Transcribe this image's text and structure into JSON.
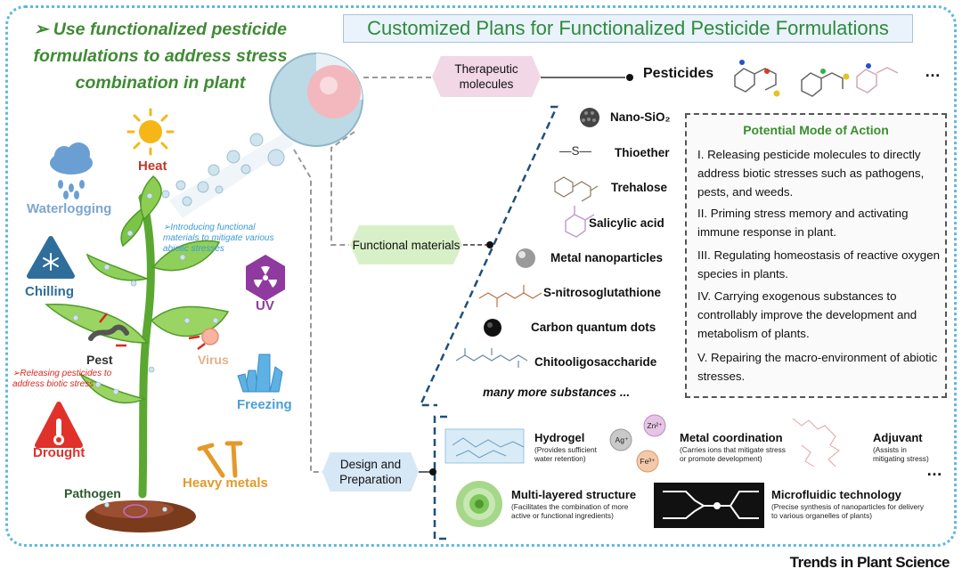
{
  "left_title": "➢ Use functionalized pesticide formulations to address stress combination in plant",
  "main_title": "Customized Plans for Functionalized Pesticide Formulations",
  "stresses": {
    "heat": "Heat",
    "waterlogging": "Waterlogging",
    "chilling": "Chilling",
    "uv": "UV",
    "freezing": "Freezing",
    "drought": "Drought",
    "heavy_metals": "Heavy metals",
    "pest": "Pest",
    "virus": "Virus",
    "pathogen": "Pathogen"
  },
  "notes": {
    "functional": "➢Introducing functional materials to mitigate various abiotic stresses",
    "pesticides": "➢Releasing pesticides to address biotic stress"
  },
  "categories": {
    "therapeutic": "Therapeutic molecules",
    "functional": "Functional materials",
    "design": "Design and Preparation"
  },
  "pesticides": {
    "label": "Pesticides",
    "ellipsis": "…"
  },
  "materials": [
    {
      "name": "Nano-SiO₂"
    },
    {
      "name": "Thioether",
      "icon_text": "—S—"
    },
    {
      "name": "Trehalose"
    },
    {
      "name": "Salicylic acid"
    },
    {
      "name": "Metal nanoparticles"
    },
    {
      "name": "S-nitrosoglutathione"
    },
    {
      "name": "Carbon quantum dots"
    },
    {
      "name": "Chitooligosaccharide"
    }
  ],
  "materials_more": "many more substances ...",
  "mode_of_action": {
    "title": "Potential Mode of Action",
    "items": [
      "I. Releasing pesticide molecules to directly address biotic stresses such as pathogens, pests, and weeds.",
      "II. Priming stress memory and activating immune response in plant.",
      "III. Regulating homeostasis of reactive oxygen species in plants.",
      "IV. Carrying exogenous substances to controllably improve the development and metabolism of plants.",
      "V. Repairing the macro-environment of abiotic stresses."
    ]
  },
  "design": {
    "hydrogel": {
      "title": "Hydrogel",
      "desc": "(Provides sufficient water retention)"
    },
    "metal": {
      "title": "Metal coordination",
      "desc": "(Carries ions that mitigate stress or promote development)",
      "ions": [
        "Ag⁺",
        "Zn²⁺",
        "Fe³⁺"
      ]
    },
    "adjuvant": {
      "title": "Adjuvant",
      "desc": "(Assists in mitigating stress)"
    },
    "multilayer": {
      "title": "Multi-layered structure",
      "desc": "(Facilitates the combination of more active or functional ingredients)"
    },
    "microfluidic": {
      "title": "Microfluidic technology",
      "desc": "(Precise synthesis of nanoparticles for delivery to various organelles of plants)"
    },
    "ellipsis": "…"
  },
  "brand": "Trends in Plant Science",
  "colors": {
    "title_green": "#2e8a3c",
    "frame_blue": "#5fb8df",
    "heat": "#c0392b",
    "waterlogging": "#7da6cf",
    "chilling": "#2f6e9a",
    "uv": "#8e3a9e",
    "freezing": "#4a9fd6",
    "drought": "#e0312b",
    "heavy_metals": "#e39a2a",
    "plant_green": "#6bbf3a"
  }
}
